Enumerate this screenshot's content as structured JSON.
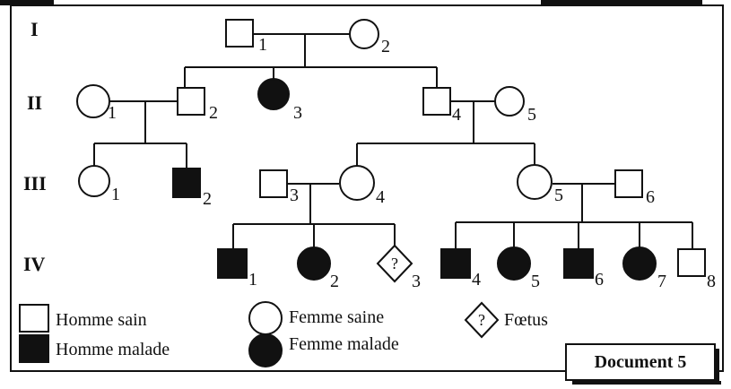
{
  "generations": [
    {
      "label": "I"
    },
    {
      "label": "II"
    },
    {
      "label": "III"
    },
    {
      "label": "IV"
    }
  ],
  "individuals": {
    "I": [
      {
        "n": "1",
        "sex": "male",
        "status": "healthy"
      },
      {
        "n": "2",
        "sex": "female",
        "status": "healthy"
      }
    ],
    "II": [
      {
        "n": "1",
        "sex": "female",
        "status": "healthy"
      },
      {
        "n": "2",
        "sex": "male",
        "status": "healthy"
      },
      {
        "n": "3",
        "sex": "female",
        "status": "affected"
      },
      {
        "n": "4",
        "sex": "male",
        "status": "healthy"
      },
      {
        "n": "5",
        "sex": "female",
        "status": "healthy"
      }
    ],
    "III": [
      {
        "n": "1",
        "sex": "female",
        "status": "healthy"
      },
      {
        "n": "2",
        "sex": "male",
        "status": "affected"
      },
      {
        "n": "3",
        "sex": "male",
        "status": "healthy"
      },
      {
        "n": "4",
        "sex": "female",
        "status": "healthy"
      },
      {
        "n": "5",
        "sex": "female",
        "status": "healthy"
      },
      {
        "n": "6",
        "sex": "male",
        "status": "healthy"
      }
    ],
    "IV": [
      {
        "n": "1",
        "sex": "male",
        "status": "affected"
      },
      {
        "n": "2",
        "sex": "female",
        "status": "affected"
      },
      {
        "n": "3",
        "sex": "fetus",
        "status": "unknown",
        "mark": "?"
      },
      {
        "n": "4",
        "sex": "male",
        "status": "affected"
      },
      {
        "n": "5",
        "sex": "female",
        "status": "affected"
      },
      {
        "n": "6",
        "sex": "male",
        "status": "affected"
      },
      {
        "n": "7",
        "sex": "female",
        "status": "affected"
      },
      {
        "n": "8",
        "sex": "male",
        "status": "healthy"
      }
    ]
  },
  "legend": {
    "healthy_male": "Homme sain",
    "affected_male": "Homme malade",
    "healthy_female": "Femme saine",
    "affected_female": "Femme malade",
    "fetus": "Fœtus",
    "fetus_mark": "?"
  },
  "document_label": "Document 5",
  "colors": {
    "ink": "#111111",
    "paper": "#ffffff"
  }
}
